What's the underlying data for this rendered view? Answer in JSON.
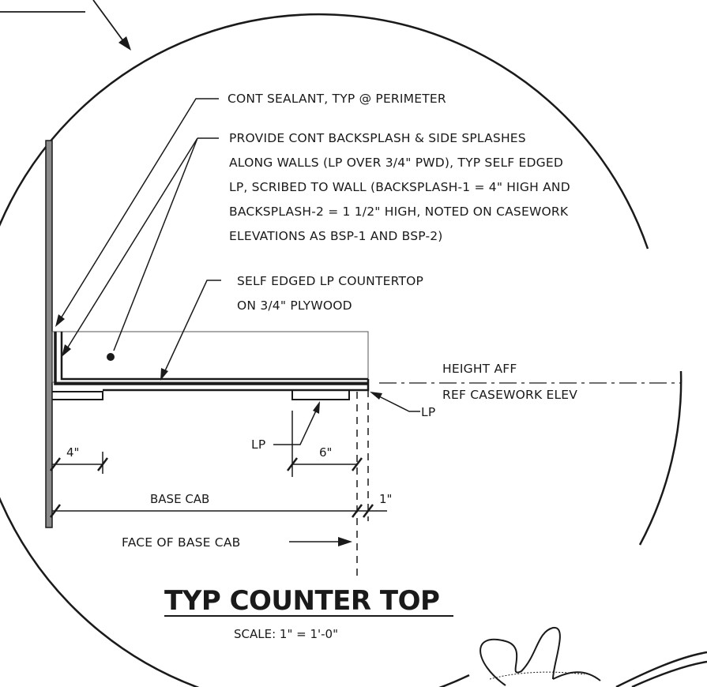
{
  "notes": {
    "sealant": "CONT SEALANT, TYP @ PERIMETER",
    "backsplash_lines": [
      "PROVIDE CONT BACKSPLASH & SIDE SPLASHES",
      "ALONG WALLS (LP OVER 3/4\" PWD), TYP SELF EDGED",
      "LP, SCRIBED TO WALL (BACKSPLASH-1 = 4\" HIGH AND",
      "BACKSPLASH-2 = 1 1/2\" HIGH, NOTED ON CASEWORK",
      "ELEVATIONS AS BSP-1 AND BSP-2)"
    ],
    "countertop_lines": [
      "SELF EDGED LP COUNTERTOP",
      "ON 3/4\" PLYWOOD"
    ],
    "height_aff": "HEIGHT AFF",
    "ref_casework": "REF CASEWORK ELEV",
    "lp_edge": "LP",
    "lp_support": "LP",
    "face_of_base_cab": "FACE OF BASE CAB"
  },
  "dimensions": {
    "left_support": "4\"",
    "right_support": "6\"",
    "base_cab": "BASE CAB",
    "overhang": "1\""
  },
  "title": "TYP COUNTER TOP",
  "scale": "SCALE: 1\" = 1'-0\""
}
